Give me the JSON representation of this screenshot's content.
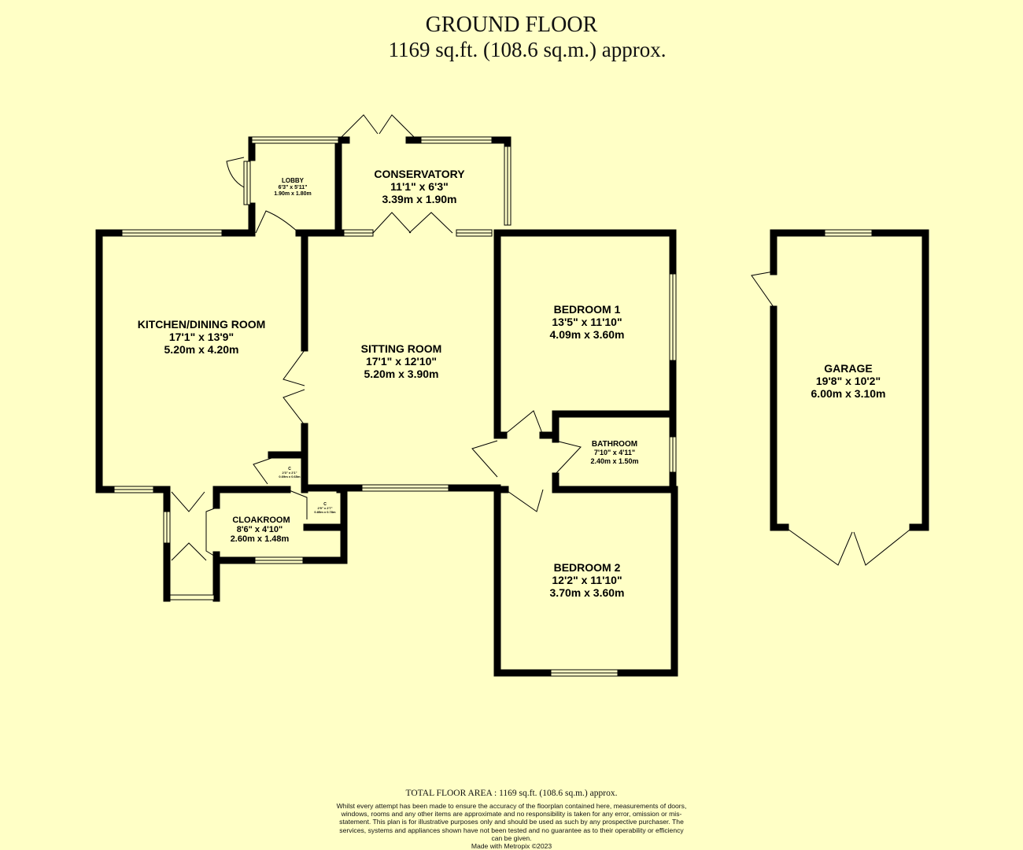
{
  "header": {
    "title": "GROUND FLOOR",
    "subtitle": "1169 sq.ft. (108.6 sq.m.) approx."
  },
  "rooms": {
    "kitchen": {
      "name": "KITCHEN/DINING ROOM",
      "imperial": "17'1\"  x 13'9\"",
      "metric": "5.20m  x 4.20m"
    },
    "sitting": {
      "name": "SITTING ROOM",
      "imperial": "17'1\"  x 12'10\"",
      "metric": "5.20m  x 3.90m"
    },
    "conservatory": {
      "name": "CONSERVATORY",
      "imperial": "11'1\"  x 6'3\"",
      "metric": "3.39m  x 1.90m"
    },
    "lobby": {
      "name": "LOBBY",
      "imperial": "6'3\"  x 5'11\"",
      "metric": "1.90m  x 1.80m"
    },
    "bedroom1": {
      "name": "BEDROOM 1",
      "imperial": "13'5\"  x 11'10\"",
      "metric": "4.09m  x 3.60m"
    },
    "bathroom": {
      "name": "BATHROOM",
      "imperial": "7'10\"  x 4'11\"",
      "metric": "2.40m  x 1.50m"
    },
    "bedroom2": {
      "name": "BEDROOM 2",
      "imperial": "12'2\"  x 11'10\"",
      "metric": "3.70m  x 3.60m"
    },
    "cloakroom": {
      "name": "CLOAKROOM",
      "imperial": "8'6\"  x 4'10\"",
      "metric": "2.60m  x 1.48m"
    },
    "garage": {
      "name": "GARAGE",
      "imperial": "19'8\"  x 10'2\"",
      "metric": "6.00m  x 3.10m"
    },
    "cupboard1": {
      "name": "C",
      "imperial": "2'3\" x 2'1\"",
      "metric": "0.69m x 0.65m"
    },
    "cupboard2": {
      "name": "C",
      "imperial": "2'9\" x 2'7\"",
      "metric": "0.85m x 0.78m"
    }
  },
  "footer": {
    "total": "TOTAL FLOOR AREA : 1169 sq.ft. (108.6 sq.m.) approx.",
    "disclaimer": "Whilst every attempt has been made to ensure the accuracy of the floorplan contained here, measurements of doors, windows, rooms and any other items are approximate and no responsibility is taken for any error, omission or mis-statement. This plan is for illustrative purposes only and should be used as such by any prospective purchaser. The services, systems and appliances shown have not been tested and no guarantee as to their operability or efficiency can be given.",
    "made_with": "Made with Metropix ©2023"
  },
  "colors": {
    "background": "#ffffc6",
    "walls": "#000000"
  }
}
